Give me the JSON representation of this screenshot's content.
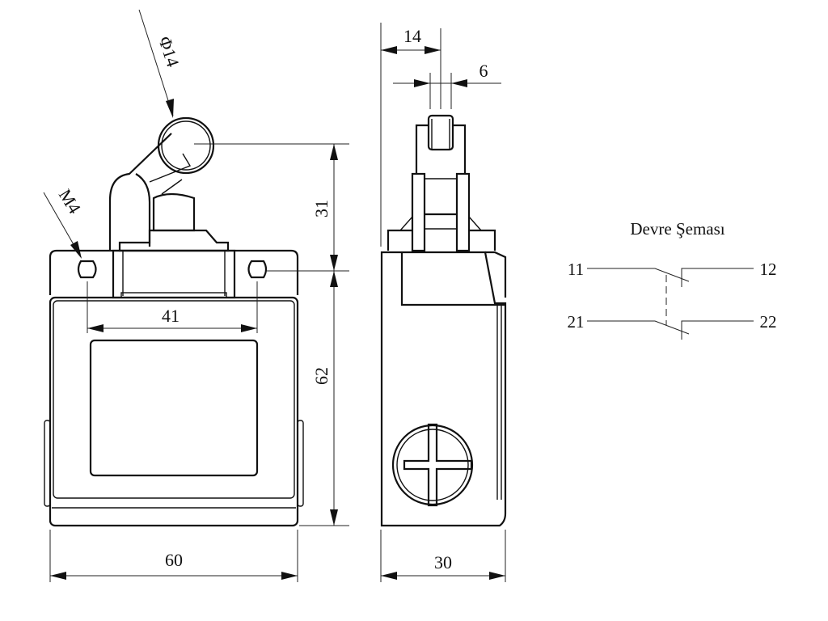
{
  "front_view": {
    "dim_width": "60",
    "dim_hole_spacing": "41",
    "dim_body_height": "62",
    "dim_actuator_height": "31",
    "dim_roller_diameter": "Φ14",
    "dim_thread": "M4"
  },
  "side_view": {
    "dim_depth": "30",
    "dim_roller_offset": "14",
    "dim_roller_width": "6"
  },
  "circuit": {
    "title": "Devre Şeması",
    "terminals": [
      "11",
      "12",
      "21",
      "22"
    ]
  }
}
